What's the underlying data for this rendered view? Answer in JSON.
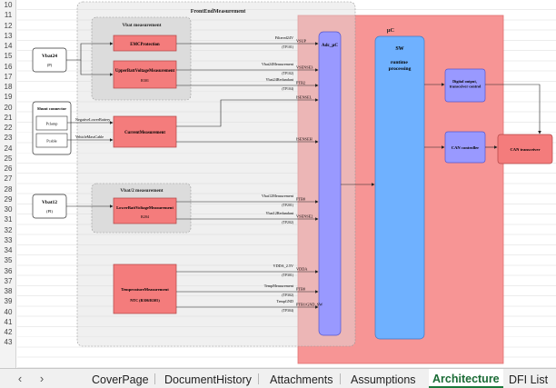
{
  "spreadsheet": {
    "row_numbers": [
      "10",
      "11",
      "12",
      "13",
      "14",
      "15",
      "16",
      "17",
      "18",
      "19",
      "20",
      "21",
      "22",
      "23",
      "24",
      "25",
      "26",
      "27",
      "28",
      "29",
      "30",
      "31",
      "32",
      "33",
      "34",
      "35",
      "36",
      "37",
      "38",
      "39",
      "40",
      "41",
      "42",
      "43"
    ],
    "nav": {
      "prev": "‹",
      "next": "›"
    },
    "tabs": [
      {
        "label": "CoverPage",
        "active": false
      },
      {
        "label": "DocumentHistory",
        "active": false
      },
      {
        "label": "Attachments",
        "active": false
      },
      {
        "label": "Assumptions",
        "active": false
      },
      {
        "label": "Architecture",
        "active": true
      },
      {
        "label": "DFI List",
        "active": false
      }
    ]
  },
  "diagram": {
    "frontend_title": "FrontEndMeasurement",
    "uc_title": "µC",
    "adc_label": "Adc_µC",
    "sw_title": "SW",
    "sw_subtitle": "runtime processing",
    "vbat_group_title": "Vbat measurement",
    "vbat2_group_title": "Vbat/2 measurement",
    "inputs": {
      "vbat24": {
        "name": "Vbat24",
        "pin": "(P)"
      },
      "shunt": {
        "title": "Shunt connector",
        "pin1": "Pclamp",
        "pin2": "Pcable"
      },
      "vbat12": {
        "name": "Vbat12",
        "pin": "(PI)"
      }
    },
    "blocks": {
      "emc": {
        "name": "EMCProtection"
      },
      "upper": {
        "name": "UpperBattVoltageMeasurement",
        "sub": "R301"
      },
      "current": {
        "name": "CurrentMeasurement"
      },
      "lower": {
        "name": "LowerBattVoltageMeasurement",
        "sub": "R204"
      },
      "temp": {
        "name": "TemperatureMeasurement",
        "sub": "NTC (R306/R305)"
      },
      "digital": {
        "name": "Digital output, transceiver control"
      },
      "can_ctrl": {
        "name": "CAN controller"
      },
      "can_tx": {
        "name": "CAN transceiver"
      }
    },
    "wires": {
      "negative": "NegativeLowerBattery",
      "vehicle": "VehicleMassCable"
    },
    "signals": [
      {
        "label": "Filtered24V",
        "test": "(TP101)",
        "pin": "VSUP"
      },
      {
        "label": "Vbat24Measurement",
        "test": "(TP102)",
        "pin": "VSENSE3"
      },
      {
        "label": "Vbat24Redundant",
        "test": "(TP104)",
        "pin": "PTB2"
      },
      {
        "label": "",
        "test": "",
        "pin": "ISENSEL"
      },
      {
        "label": "",
        "test": "",
        "pin": "ISENSEH"
      },
      {
        "label": "Vbat12Measurement",
        "test": "(TP201)",
        "pin": "PTB0"
      },
      {
        "label": "Vbat12Redundant",
        "test": "(TP202)",
        "pin": "VSENSE2"
      },
      {
        "label": "VDDA_2.5V",
        "test": "(TP301)",
        "pin": "VDDA"
      },
      {
        "label": "TempMeasurement",
        "test": "(TP302)",
        "pin": "PTB0"
      },
      {
        "label": "TempGND",
        "test": "(TP304)",
        "pin": "PTB1/GND_SW"
      }
    ],
    "colors": {
      "uc_fill": "#f79595",
      "sw_fill": "#6fb1ff",
      "adc_fill": "#9999ff",
      "block_fill": "#f47c7c",
      "group_fill": "#e6e6e6"
    }
  }
}
